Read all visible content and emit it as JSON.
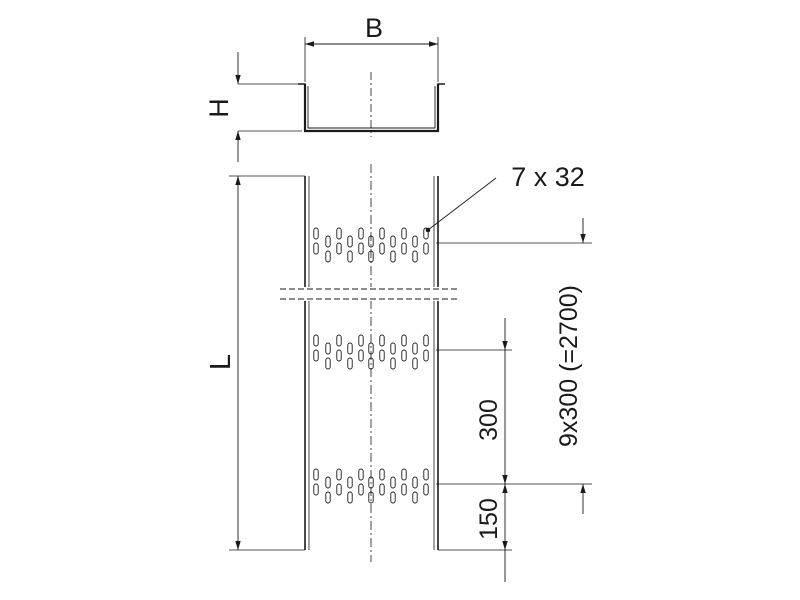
{
  "labels": {
    "width": "B",
    "height": "H",
    "length": "L",
    "perforation": "7 x 32",
    "pitch_total": "9x300 (=2700)",
    "pitch": "300",
    "offset": "150"
  },
  "colors": {
    "line": "#1a1a1a",
    "dim": "#555555",
    "background": "#ffffff"
  },
  "perforation_rows": 3
}
